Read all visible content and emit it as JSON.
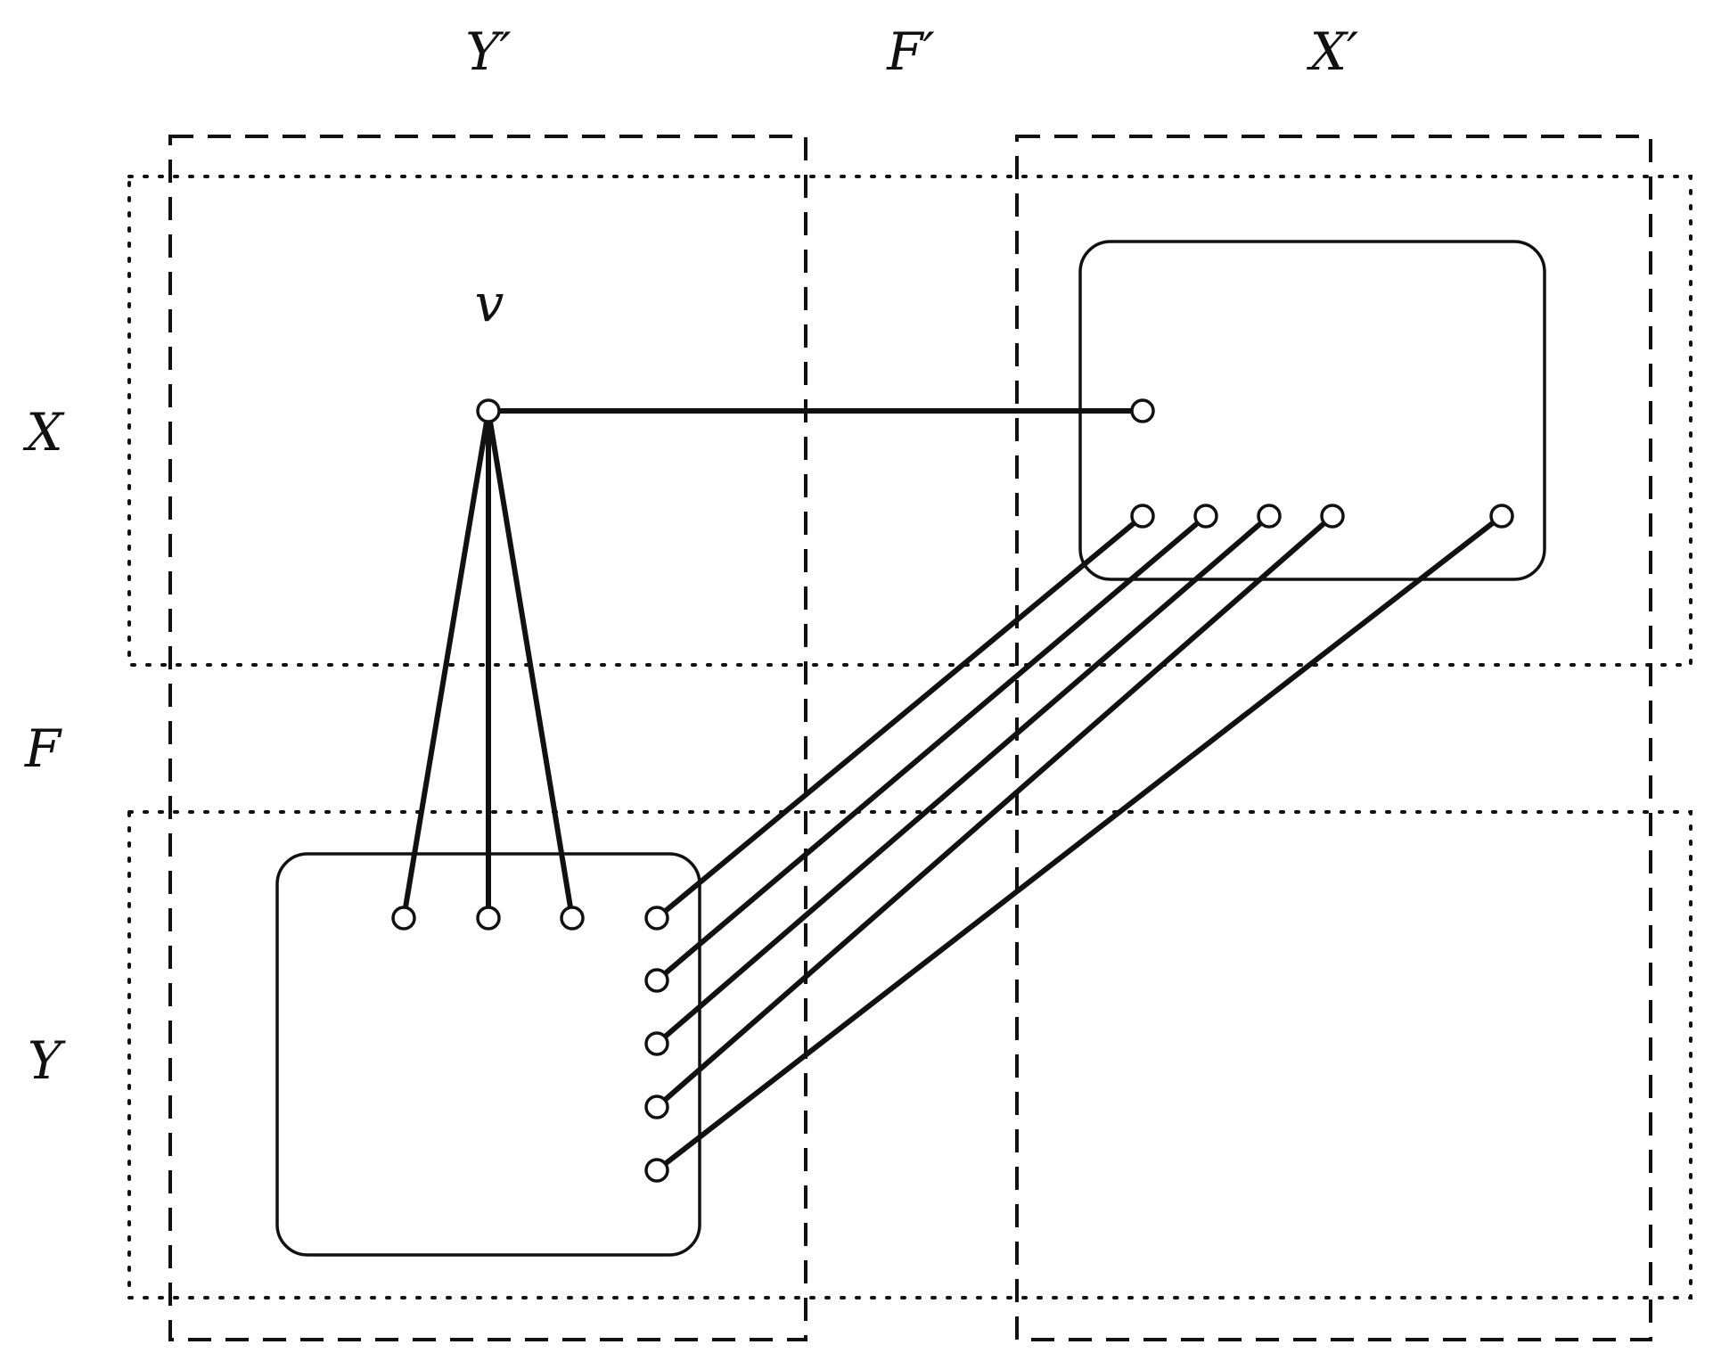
{
  "labels": {
    "y_prime": "Y′",
    "f_prime": "F′",
    "x_prime": "X′",
    "x": "X",
    "f": "F",
    "y": "Y",
    "v": "v"
  },
  "colors": {
    "stroke": "#111111",
    "background": "#ffffff"
  }
}
